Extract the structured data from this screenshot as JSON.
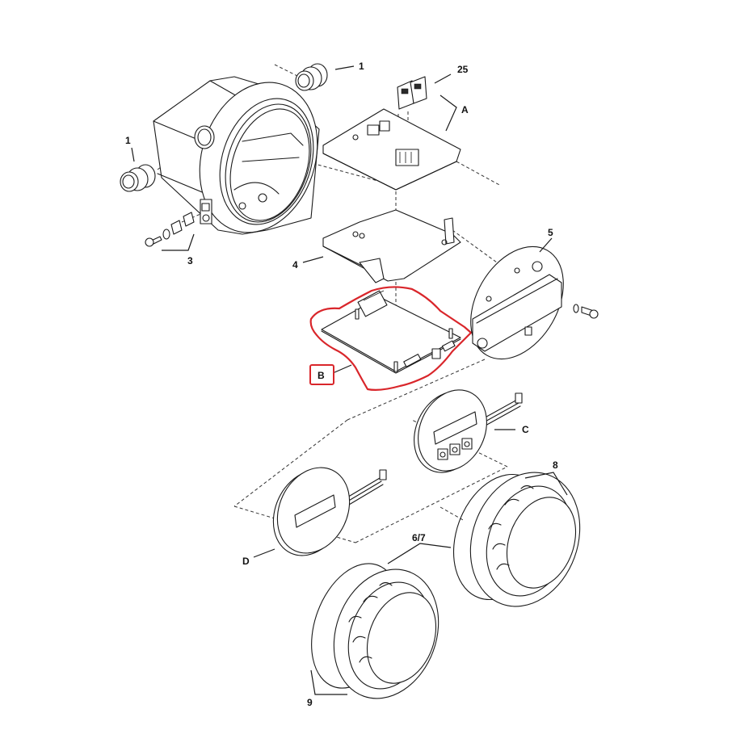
{
  "diagram": {
    "type": "exploded-parts-view",
    "highlight_color": "#d9262b",
    "line_color": "#1a1a1a",
    "highlighted_part": "B",
    "callouts": [
      {
        "id": "cable-gland-top",
        "label": "1"
      },
      {
        "id": "cable-gland-left",
        "label": "1"
      },
      {
        "id": "terminal-block",
        "label": "25"
      },
      {
        "id": "io-board",
        "label": "A"
      },
      {
        "id": "ground-screw-set",
        "label": "3"
      },
      {
        "id": "mounting-plate",
        "label": "4"
      },
      {
        "id": "electronics-carrier",
        "label": "5"
      },
      {
        "id": "main-board",
        "label": "B"
      },
      {
        "id": "display-with-keys",
        "label": "C"
      },
      {
        "id": "display-blind",
        "label": "D"
      },
      {
        "id": "cover-window",
        "label": "8"
      },
      {
        "id": "o-ring-cover",
        "label": "6/7"
      },
      {
        "id": "cover-blind",
        "label": "9"
      }
    ]
  }
}
